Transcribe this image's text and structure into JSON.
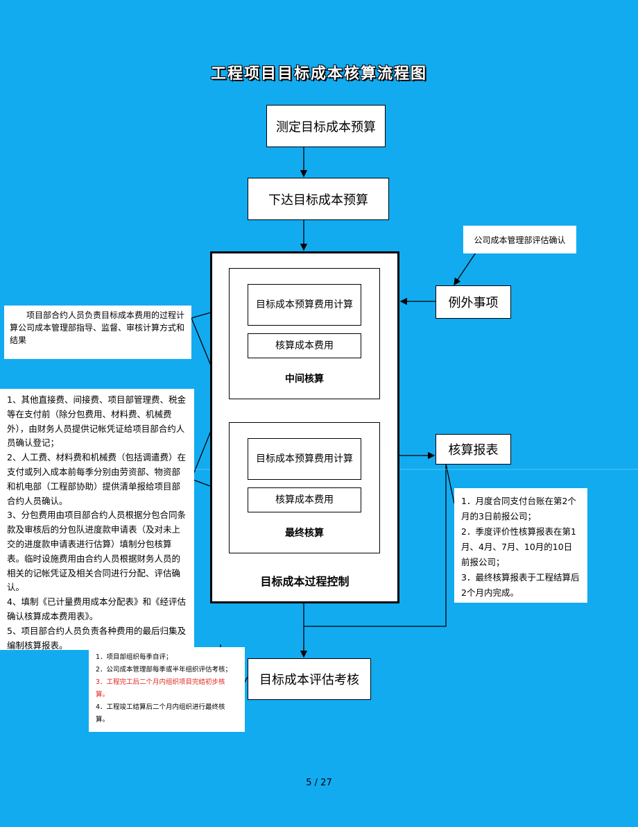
{
  "title": "工程项目目标成本核算流程图",
  "boxes": {
    "measure": "测定目标成本预算",
    "issue": "下达目标成本预算",
    "exception": "例外事项",
    "report": "核算报表",
    "evaluate": "目标成本评估考核",
    "calc1": "目标成本预算费用计算",
    "check1": "核算成本费用",
    "calc2": "目标成本预算费用计算",
    "check2": "核算成本费用"
  },
  "labels": {
    "middle": "中间核算",
    "final": "最终核算",
    "process": "目标成本过程控制"
  },
  "notes": {
    "company_confirm": "公司成本管理部评估确认",
    "contract_calc": "项目部合约人员负责目标成本费用的过程计算公司成本管理部指导、监督、审核计算方式和结果",
    "left_steps": [
      "1、其他直接费、间接费、项目部管理费、税金等在支付前（除分包费用、材料费、机械费外），由财务人员提供记帐凭证给项目部合约人员确认登记；",
      "2、人工费、材料费和机械费（包括调遣费）在支付或列入成本前每季分别由劳资部、物资部和机电部（工程部协助）提供清单报给项目部合约人员确认。",
      "3、分包费用由项目部合约人员根据分包合同条款及审核后的分包队进度款申请表（及对未上交的进度款申请表进行估算）填制分包核算表。临时设施费用由合约人员根据财务人员的相关的记帐凭证及相关合同进行分配、评估确认。",
      "4、填制《已计量费用成本分配表》和《经评估确认核算成本费用表》。",
      "5、项目部合约人员负责各种费用的最后归集及编制核算报表。"
    ],
    "report_steps": [
      "1．月度合同支付台账在第2个月的3日前报公司；",
      "2．季度评价性核算报表在第1月、4月、7月、10月的10日前报公司；",
      "3．最终核算报表于工程结算后2个月内完成。"
    ],
    "eval_steps": [
      "1．项目部组织每季自评；",
      "2．公司成本管理部每季或半年组织评估考核；",
      "3．工程完工后二个月内组织项目完结初步核算。",
      "4．工程竣工结算后二个月内组织进行最终核算。"
    ]
  },
  "page": "5  / 27"
}
